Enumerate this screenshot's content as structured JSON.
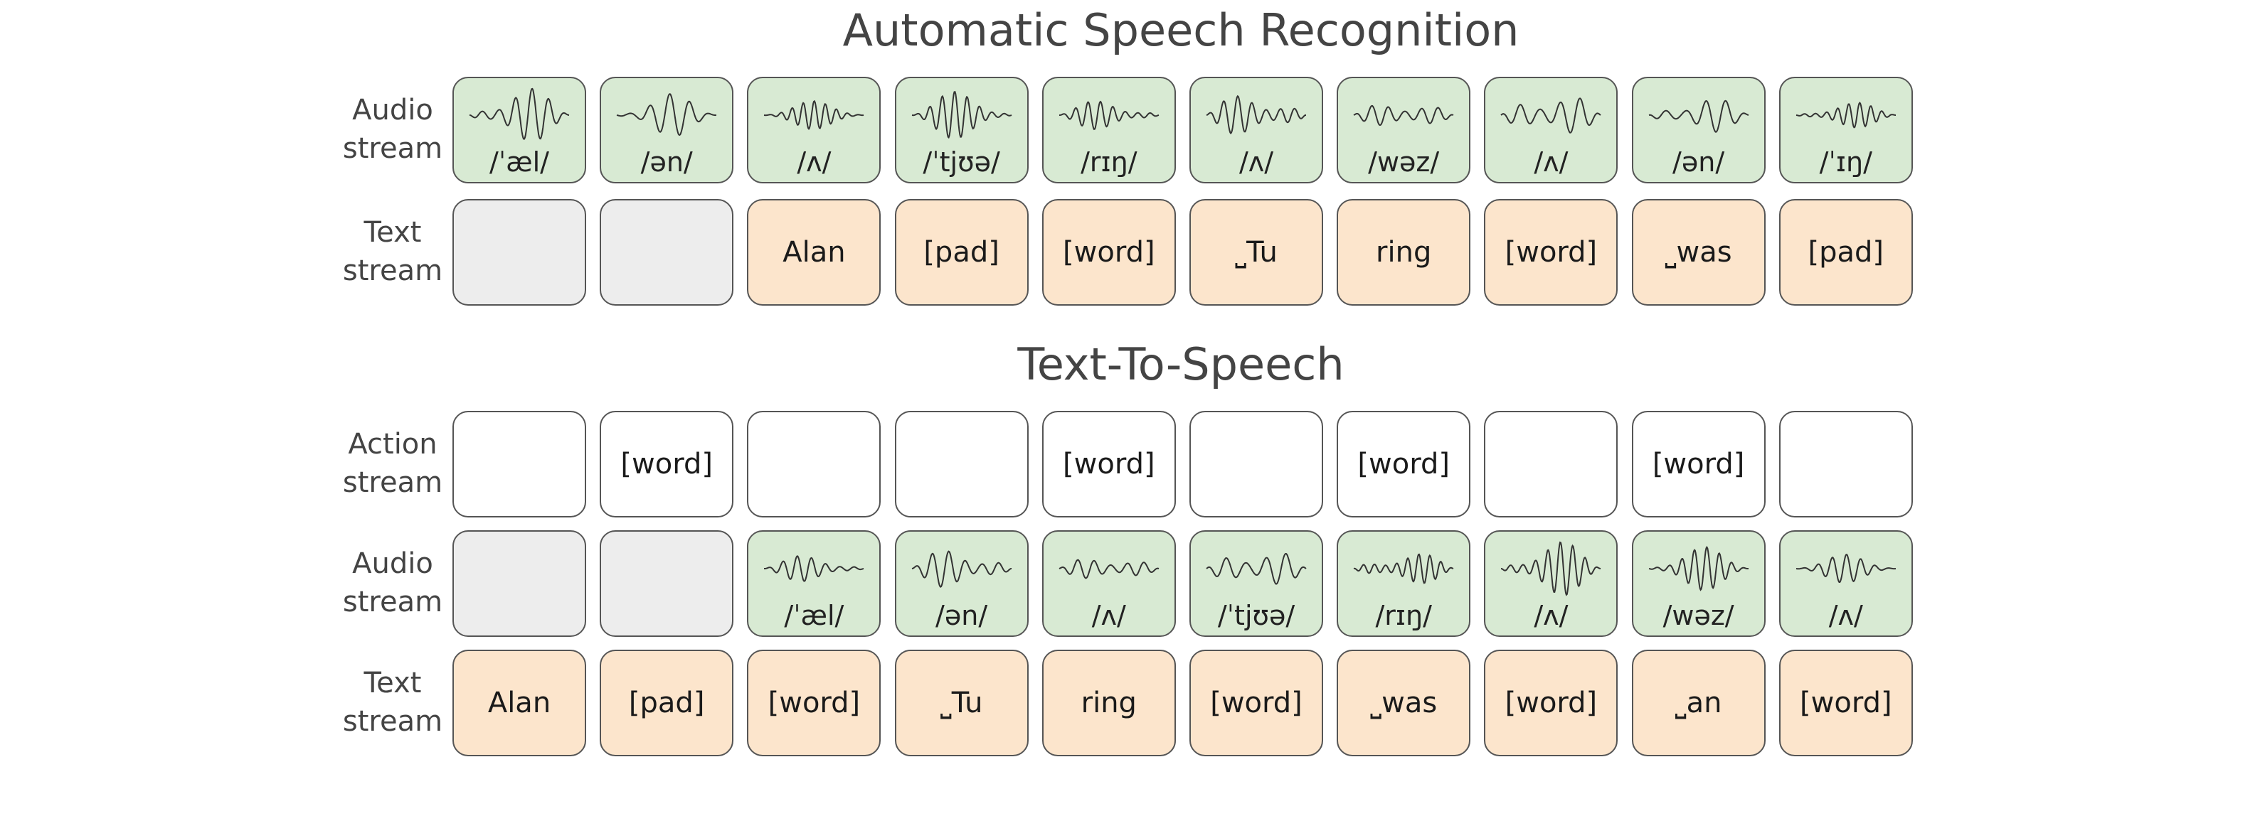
{
  "asr": {
    "title": "Automatic Speech Recognition",
    "audio_label": "Audio\nstream",
    "text_label": "Text\nstream",
    "audio": [
      "/ˈæl/",
      "/ən/",
      "/ʌ/",
      "/ˈtjʊə/",
      "/rɪŋ/",
      "/ʌ/",
      "/wəz/",
      "/ʌ/",
      "/ən/",
      "/ˈɪŋ/"
    ],
    "text": [
      "",
      "",
      "Alan",
      "[pad]",
      "[word]",
      "⎵Tu",
      "ring",
      "[word]",
      "⎵was",
      "[pad]"
    ]
  },
  "tts": {
    "title": "Text-To-Speech",
    "action_label": "Action\nstream",
    "audio_label": "Audio\nstream",
    "text_label": "Text\nstream",
    "action": [
      "",
      "[word]",
      "",
      "",
      "[word]",
      "",
      "[word]",
      "",
      "[word]",
      ""
    ],
    "audio": [
      "",
      "",
      "/ˈæl/",
      "/ən/",
      "/ʌ/",
      "/ˈtjʊə/",
      "/rɪŋ/",
      "/ʌ/",
      "/wəz/",
      "/ʌ/"
    ],
    "text": [
      "Alan",
      "[pad]",
      "[word]",
      "⎵Tu",
      "ring",
      "[word]",
      "⎵was",
      "[word]",
      "⎵an",
      "[word]"
    ]
  },
  "colors": {
    "audio_fill": "#d8ead3",
    "text_fill": "#fce5cc",
    "empty_fill": "#ededed",
    "action_fill": "#ffffff",
    "border": "#555555"
  },
  "icons": {
    "audio_cell": "waveform-icon"
  }
}
